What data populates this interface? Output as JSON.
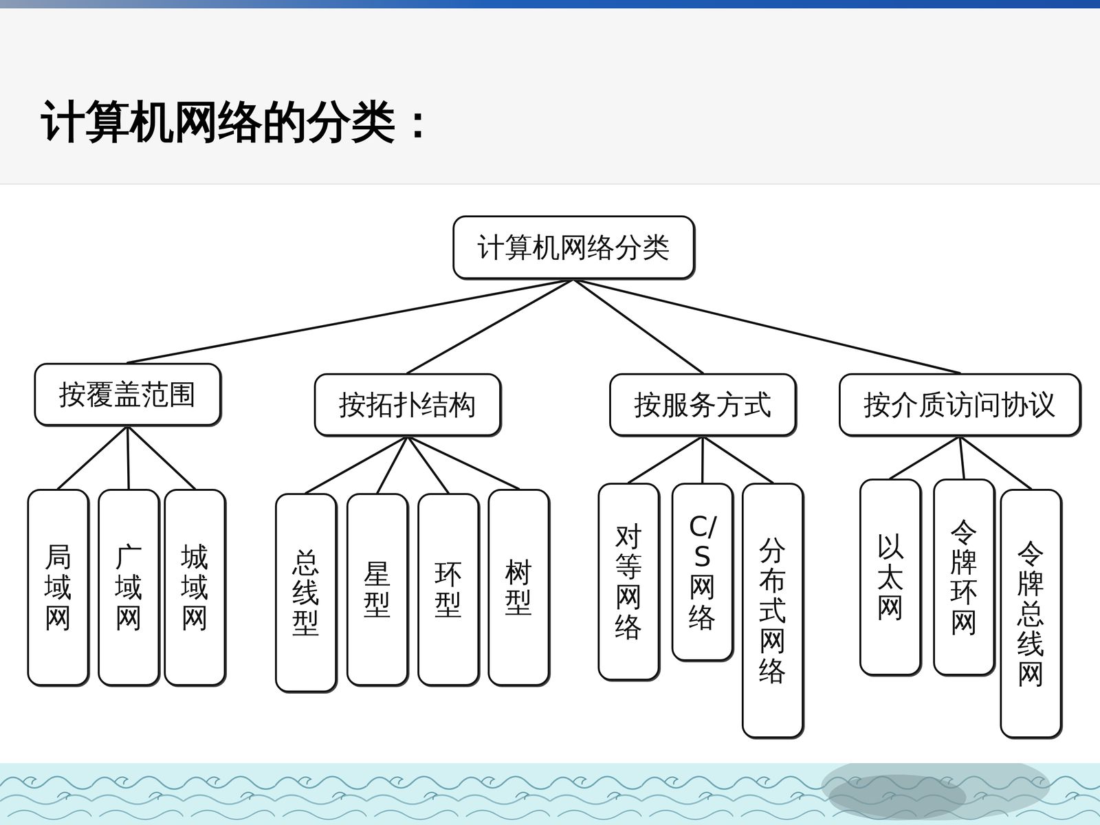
{
  "diagram": {
    "title": "计算机网络的分类：",
    "nodes": [
      {
        "text": [
          "计算机网络分类"
        ]
      },
      {
        "text": [
          "按覆盖范围"
        ]
      },
      {
        "text": [
          "按拓扑结构"
        ]
      },
      {
        "text": [
          "按服务方式"
        ]
      },
      {
        "text": [
          "按介质访问协议"
        ]
      },
      {
        "text": [
          "局域网"
        ]
      },
      {
        "text": [
          "广域网"
        ]
      },
      {
        "text": [
          "城域网"
        ]
      },
      {
        "text": [
          "总线型"
        ]
      },
      {
        "text": [
          "星型"
        ]
      },
      {
        "text": [
          "环型"
        ]
      },
      {
        "text": [
          "树型"
        ]
      },
      {
        "text": [
          "对等网络"
        ]
      },
      {
        "text": [
          "C/S网络"
        ]
      },
      {
        "text": [
          "分布式网络"
        ]
      },
      {
        "text": [
          "以太网"
        ]
      },
      {
        "text": [
          "令牌环网"
        ]
      },
      {
        "text": [
          "令牌总线网"
        ]
      }
    ],
    "edges": [
      {
        "from": 0,
        "to": 1,
        "arrow": "none"
      },
      {
        "from": 0,
        "to": 2,
        "arrow": "none"
      },
      {
        "from": 0,
        "to": 3,
        "arrow": "none"
      },
      {
        "from": 0,
        "to": 4,
        "arrow": "none"
      },
      {
        "from": 1,
        "to": 5,
        "arrow": "none"
      },
      {
        "from": 1,
        "to": 6,
        "arrow": "none"
      },
      {
        "from": 1,
        "to": 7,
        "arrow": "none"
      },
      {
        "from": 2,
        "to": 8,
        "arrow": "none"
      },
      {
        "from": 2,
        "to": 9,
        "arrow": "none"
      },
      {
        "from": 2,
        "to": 10,
        "arrow": "none"
      },
      {
        "from": 2,
        "to": 11,
        "arrow": "none"
      },
      {
        "from": 3,
        "to": 12,
        "arrow": "none"
      },
      {
        "from": 3,
        "to": 13,
        "arrow": "none"
      },
      {
        "from": 3,
        "to": 14,
        "arrow": "none"
      },
      {
        "from": 4,
        "to": 15,
        "arrow": "none"
      },
      {
        "from": 4,
        "to": 16,
        "arrow": "none"
      },
      {
        "from": 4,
        "to": 17,
        "arrow": "none"
      }
    ]
  }
}
